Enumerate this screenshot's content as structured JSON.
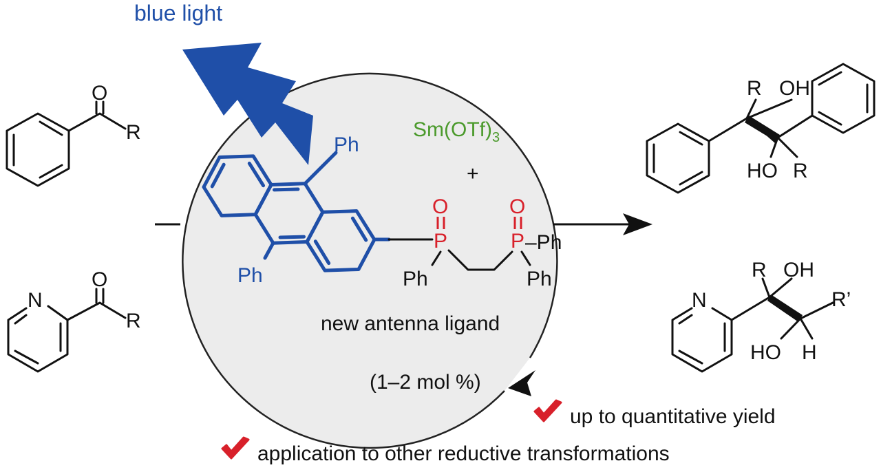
{
  "colors": {
    "blue": "#1f4fa8",
    "red": "#d8202a",
    "green": "#4b9a2c",
    "circle_fill": "#ececec"
  },
  "title": {
    "light": "blue light"
  },
  "reactants": {
    "ketone": {
      "O": "O",
      "R": "R"
    },
    "pyridyl_ketone": {
      "N": "N",
      "O": "O",
      "R": "R"
    }
  },
  "catalyst": {
    "metal_salt": "Sm(OTf)",
    "metal_salt_subscript": "3",
    "plus": "+",
    "ph_top": "Ph",
    "ph_bottom": "Ph",
    "p1": "P",
    "o1": "O",
    "ph_p1": "Ph",
    "p2": "P",
    "o2": "O",
    "ph_p2_right": "–Ph",
    "ph_p2_bottom": "Ph",
    "ligand_label": "new antenna ligand",
    "loading": "(1–2 mol %)"
  },
  "products": {
    "diol": {
      "R1": "R",
      "OH": "OH",
      "HO": "HO",
      "R2": "R"
    },
    "pyridyl_diol": {
      "R": "R",
      "OH": "OH",
      "N": "N",
      "Rprime": "R’",
      "HO": "HO",
      "H": "H"
    }
  },
  "highlights": [
    "up to quantitative yield",
    "application to other reductive transformations"
  ]
}
